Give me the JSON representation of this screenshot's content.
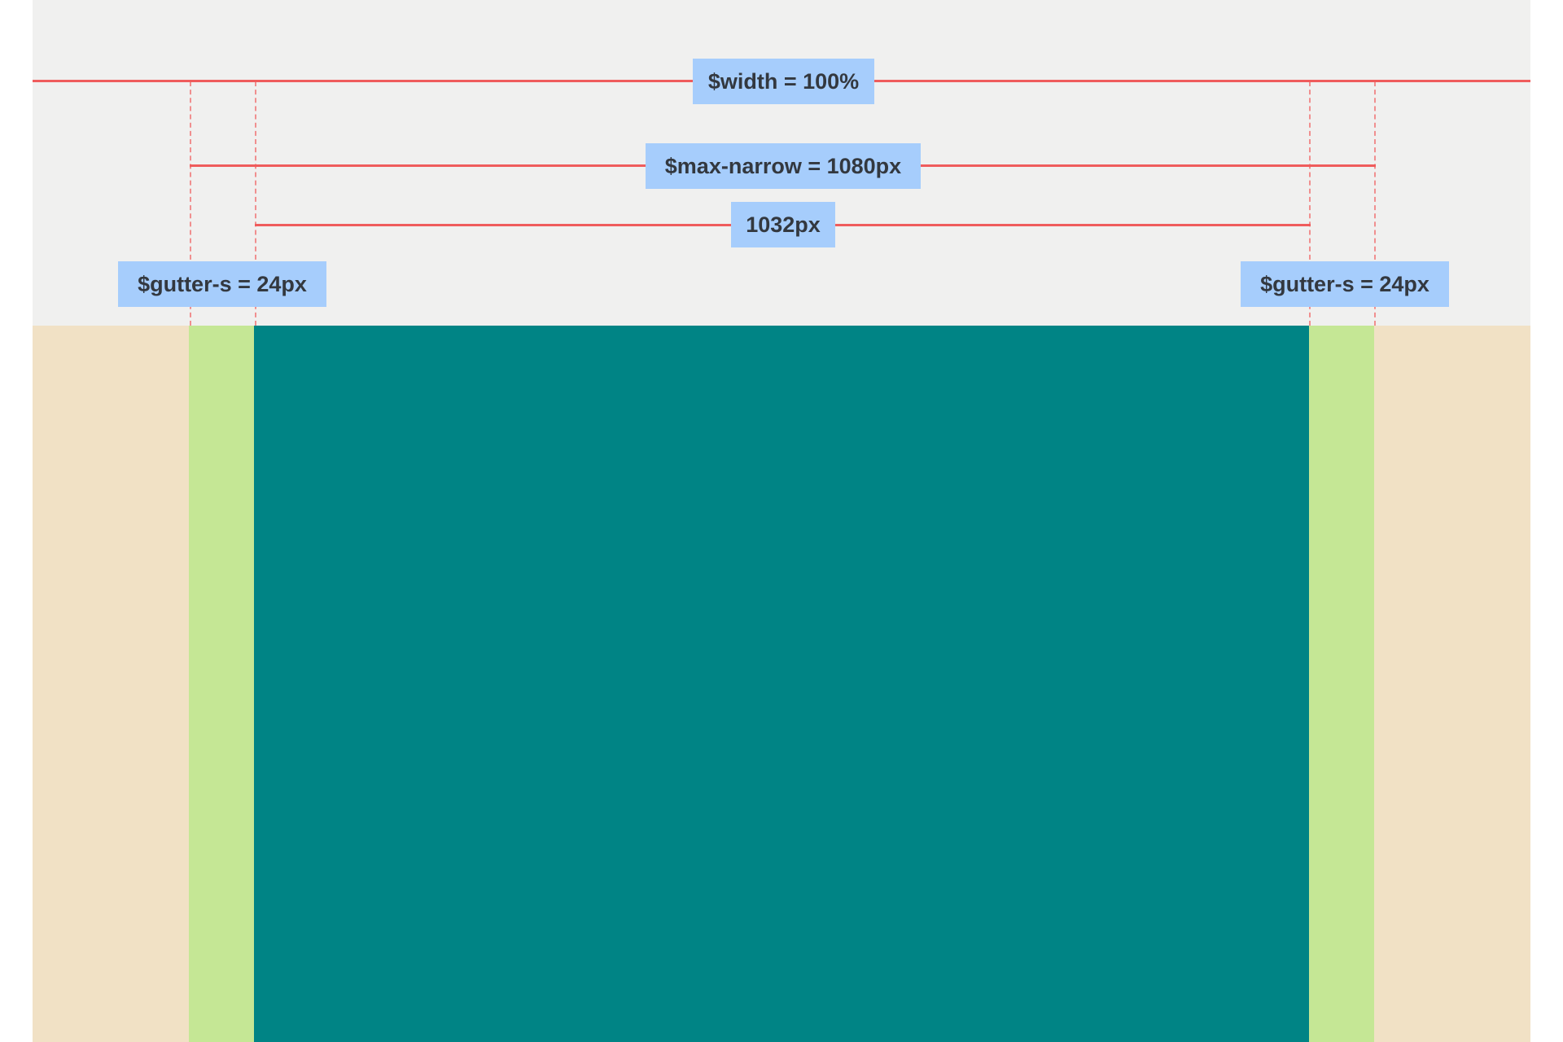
{
  "labels": {
    "width": "$width = 100%",
    "max_narrow": "$max-narrow = 1080px",
    "inner": "1032px",
    "gutter_left": "$gutter-s = 24px",
    "gutter_right": "$gutter-s = 24px"
  },
  "colors": {
    "annotation_background": "#f0f0ef",
    "outer_margin": "#f1e1c5",
    "gutter": "#c5e795",
    "content": "#008485",
    "measure_line": "#ef5c5c",
    "label_background": "#a6cdfc",
    "label_text": "#33383f"
  }
}
